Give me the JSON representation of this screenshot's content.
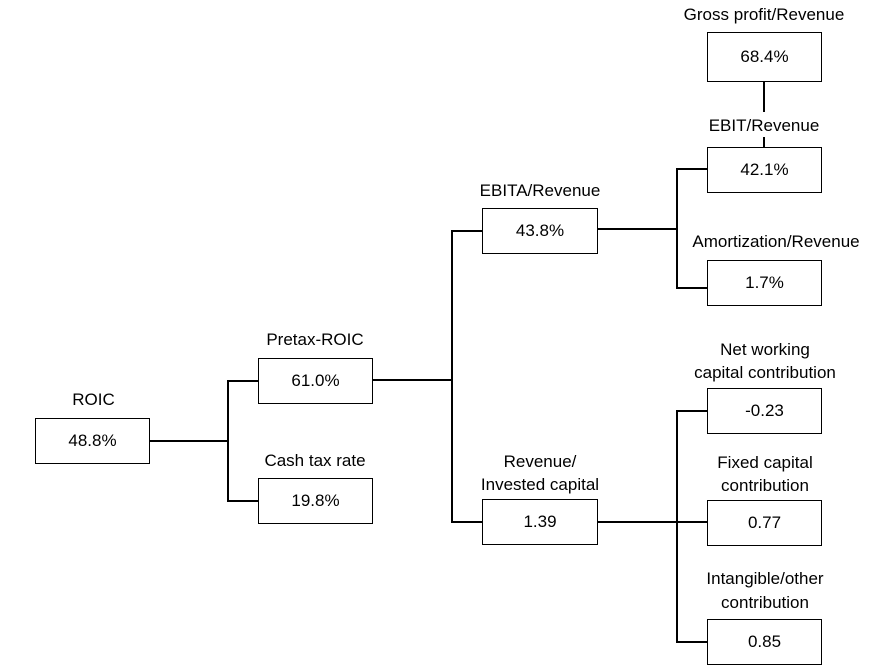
{
  "diagram": {
    "line_color": "#000000",
    "nodes": {
      "roic": {
        "label": "ROIC",
        "value": "48.8%"
      },
      "pretax_roic": {
        "label": "Pretax-ROIC",
        "value": "61.0%"
      },
      "cash_tax_rate": {
        "label": "Cash tax rate",
        "value": "19.8%"
      },
      "ebita_revenue": {
        "label": "EBITA/Revenue",
        "value": "43.8%"
      },
      "revenue_invested_capital": {
        "label_line1": "Revenue/",
        "label_line2": "Invested capital",
        "value": "1.39"
      },
      "gross_profit_revenue": {
        "label": "Gross profit/Revenue",
        "value": "68.4%"
      },
      "ebit_revenue": {
        "label": "EBIT/Revenue",
        "value": "42.1%"
      },
      "amortization_revenue": {
        "label": "Amortization/Revenue",
        "value": "1.7%"
      },
      "net_working_capital": {
        "label_line1": "Net working",
        "label_line2": "capital contribution",
        "value": "-0.23"
      },
      "fixed_capital": {
        "label_line1": "Fixed capital",
        "label_line2": "contribution",
        "value": "0.77"
      },
      "intangible_other": {
        "label_line1": "Intangible/other",
        "label_line2": "contribution",
        "value": "0.85"
      }
    }
  }
}
